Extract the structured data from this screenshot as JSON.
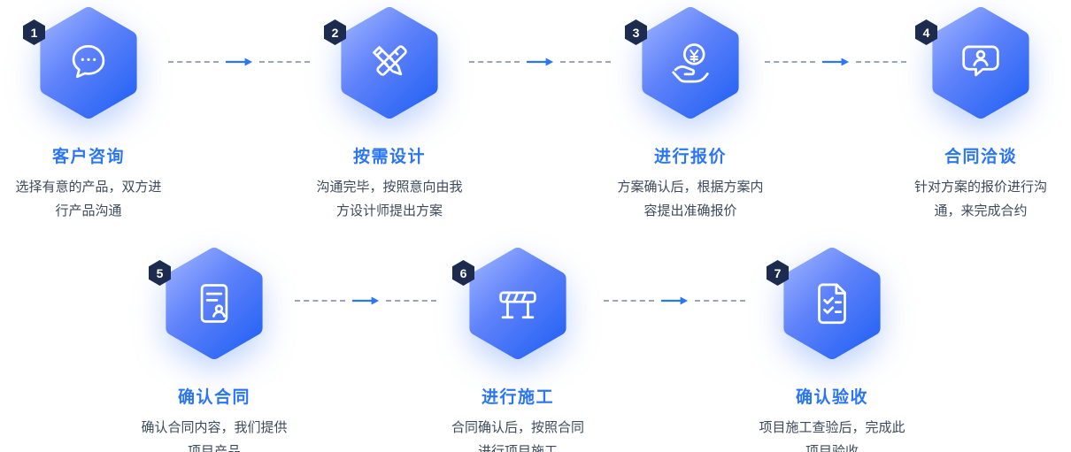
{
  "diagram": {
    "kind": "process-flow",
    "step_count": 7,
    "colors": {
      "accent_blue": "#2b76f5",
      "badge_navy": "#1c2b4e",
      "hex_gradient_start": "#97aeff",
      "hex_gradient_end": "#2b66f5",
      "desc_text": "#3c4a5c",
      "connector_gray": "#9aa6b6"
    }
  },
  "steps": [
    {
      "number": "1",
      "title": "客户咨询",
      "icon": "chat-icon",
      "desc": [
        "选择有意的产品，双方进",
        "行产品沟通"
      ]
    },
    {
      "number": "2",
      "title": "按需设计",
      "icon": "design-icon",
      "desc": [
        "沟通完毕，按照意向由我",
        "方设计师提出方案"
      ]
    },
    {
      "number": "3",
      "title": "进行报价",
      "icon": "price-icon",
      "desc": [
        "方案确认后，根据方案内",
        "容提出准确报价"
      ]
    },
    {
      "number": "4",
      "title": "合同洽谈",
      "icon": "negotiation-icon",
      "desc": [
        "针对方案的报价进行沟",
        "通，来完成合约"
      ]
    },
    {
      "number": "5",
      "title": "确认合同",
      "icon": "contract-icon",
      "desc": [
        "确认合同内容，我们提供",
        "项目产品"
      ]
    },
    {
      "number": "6",
      "title": "进行施工",
      "icon": "construction-icon",
      "desc": [
        "合同确认后，按照合同",
        "进行项目施工"
      ]
    },
    {
      "number": "7",
      "title": "确认验收",
      "icon": "acceptance-icon",
      "desc": [
        "项目施工查验后，完成此",
        "项目验收"
      ]
    }
  ]
}
